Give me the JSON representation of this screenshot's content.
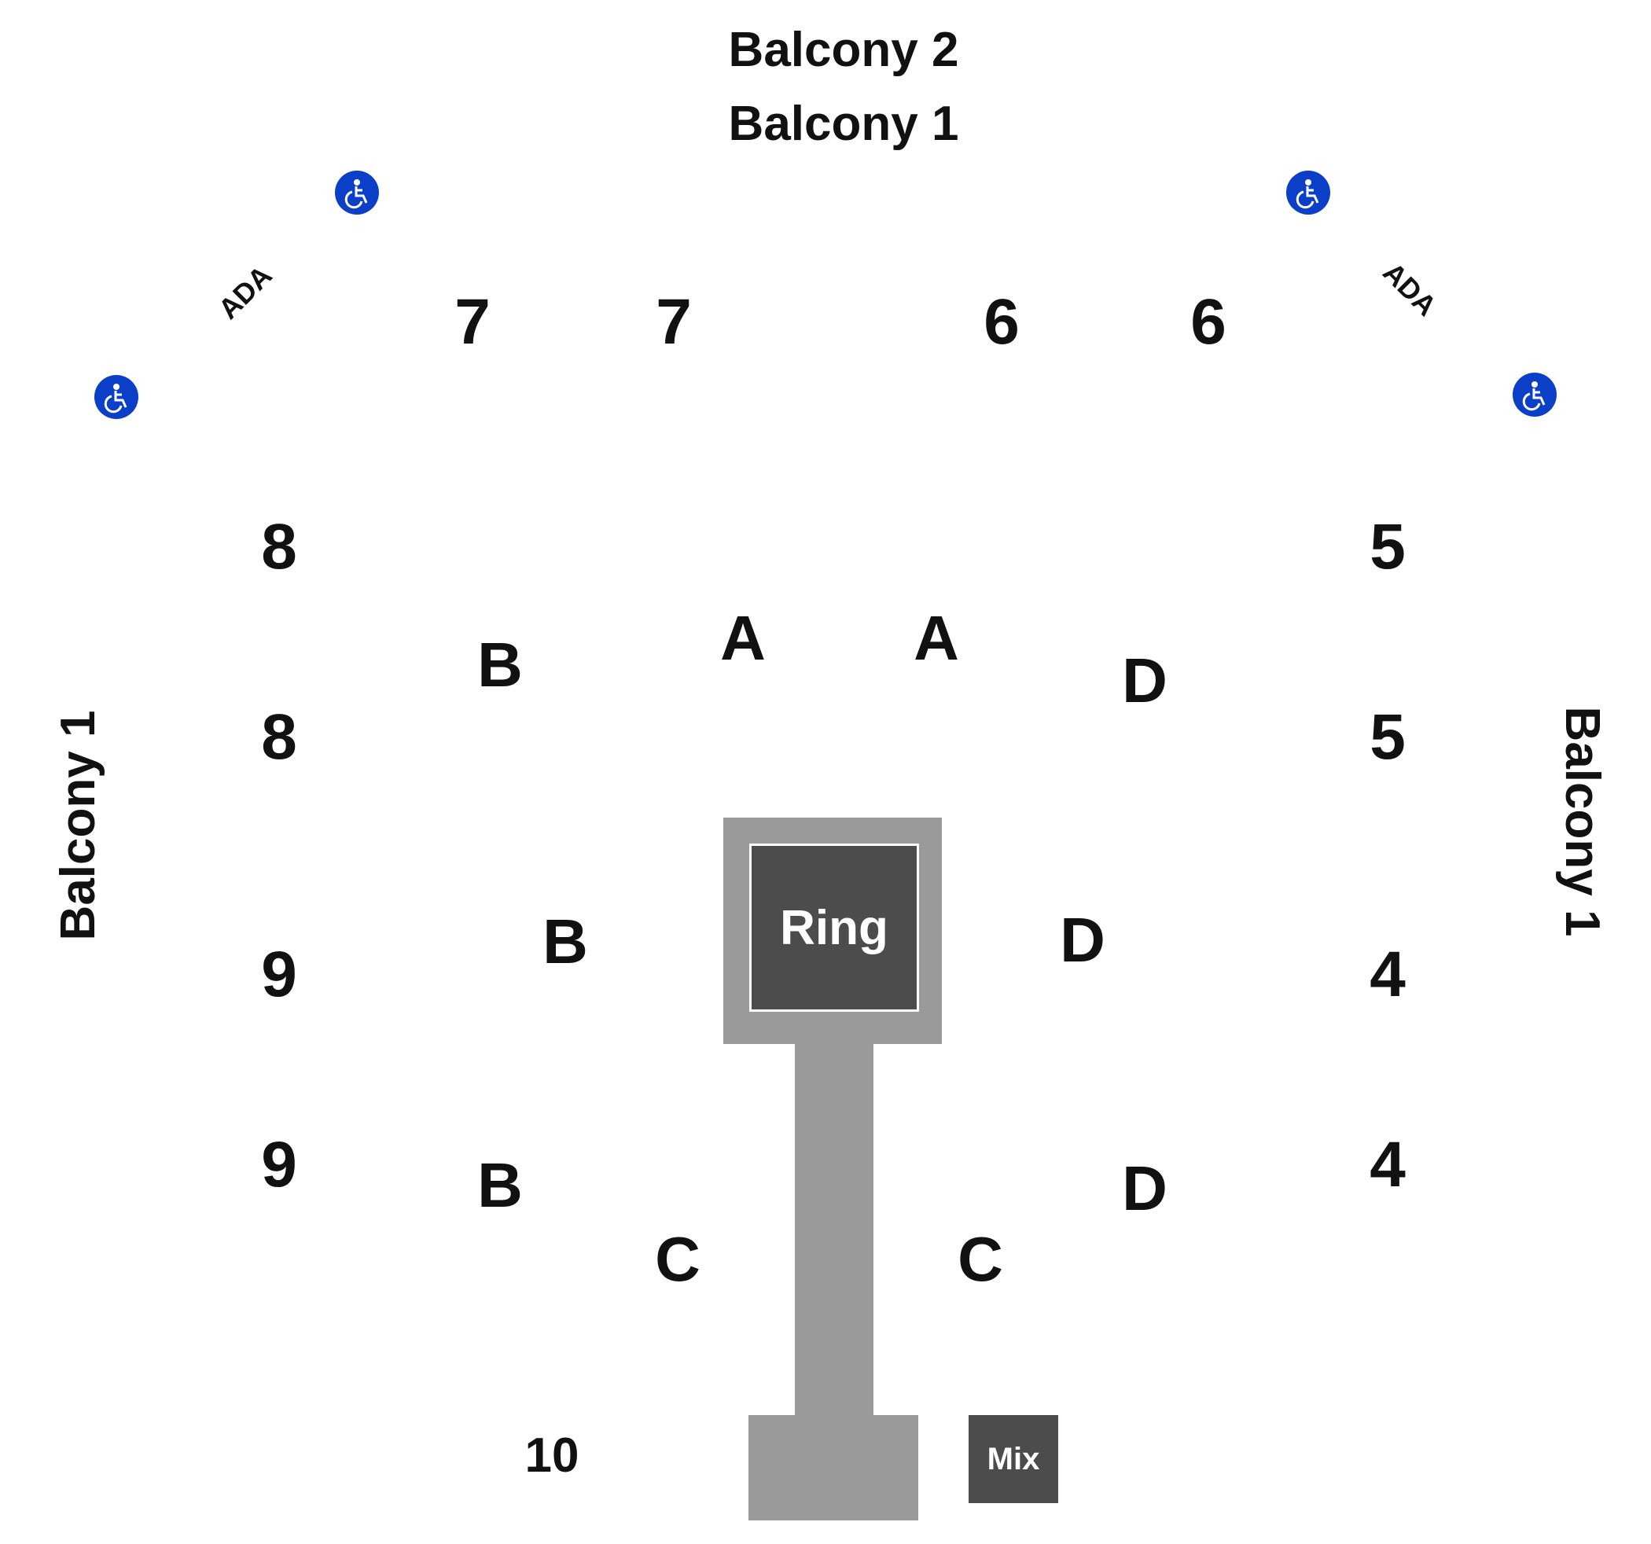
{
  "balconies": {
    "top_upper": "Balcony 2",
    "top_lower": "Balcony 1",
    "left": "Balcony 1",
    "right": "Balcony 1"
  },
  "ada": {
    "left": "ADA",
    "right": "ADA"
  },
  "icons": {
    "accessibility": "wheelchair-icon",
    "accessibility_color": "#0b3fc7"
  },
  "sections": {
    "seven_a": "7",
    "seven_b": "7",
    "six_a": "6",
    "six_b": "6",
    "eight_a": "8",
    "eight_b": "8",
    "five_a": "5",
    "five_b": "5",
    "nine_a": "9",
    "nine_b": "9",
    "four_a": "4",
    "four_b": "4",
    "ten": "10",
    "a_left": "A",
    "a_right": "A",
    "b_top": "B",
    "b_mid": "B",
    "b_bottom": "B",
    "c_left": "C",
    "c_right": "C",
    "d_top": "D",
    "d_mid": "D",
    "d_bottom": "D"
  },
  "stage": {
    "ring": "Ring",
    "mix": "Mix",
    "ring_color": "#4c4c4c",
    "stage_color": "#9a9a9a"
  }
}
